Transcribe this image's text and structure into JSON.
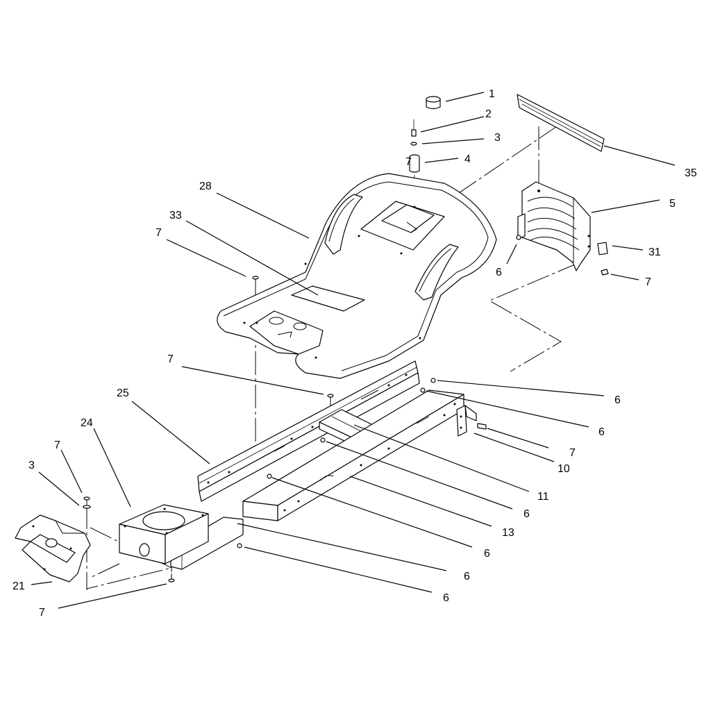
{
  "diagram": {
    "callouts": [
      {
        "id": "c1",
        "label": "1"
      },
      {
        "id": "c2",
        "label": "2"
      },
      {
        "id": "c3",
        "label": "3"
      },
      {
        "id": "c4",
        "label": "4"
      },
      {
        "id": "c4b",
        "label": "7"
      },
      {
        "id": "c35",
        "label": "35"
      },
      {
        "id": "c28",
        "label": "28"
      },
      {
        "id": "c5",
        "label": "5"
      },
      {
        "id": "c33",
        "label": "33"
      },
      {
        "id": "c7a",
        "label": "7"
      },
      {
        "id": "c6a",
        "label": "6"
      },
      {
        "id": "c31",
        "label": "31"
      },
      {
        "id": "c7b",
        "label": "7"
      },
      {
        "id": "c7c",
        "label": "7"
      },
      {
        "id": "c25",
        "label": "25"
      },
      {
        "id": "c6b",
        "label": "6"
      },
      {
        "id": "c6c",
        "label": "6"
      },
      {
        "id": "c24",
        "label": "24"
      },
      {
        "id": "c7d",
        "label": "7"
      },
      {
        "id": "c10",
        "label": "10"
      },
      {
        "id": "c7e",
        "label": "7"
      },
      {
        "id": "c3b",
        "label": "3"
      },
      {
        "id": "c11",
        "label": "11"
      },
      {
        "id": "c6d",
        "label": "6"
      },
      {
        "id": "c13",
        "label": "13"
      },
      {
        "id": "c6e",
        "label": "6"
      },
      {
        "id": "c21",
        "label": "21"
      },
      {
        "id": "c6f",
        "label": "6"
      },
      {
        "id": "c6g",
        "label": "6"
      },
      {
        "id": "c7f",
        "label": "7"
      }
    ]
  }
}
